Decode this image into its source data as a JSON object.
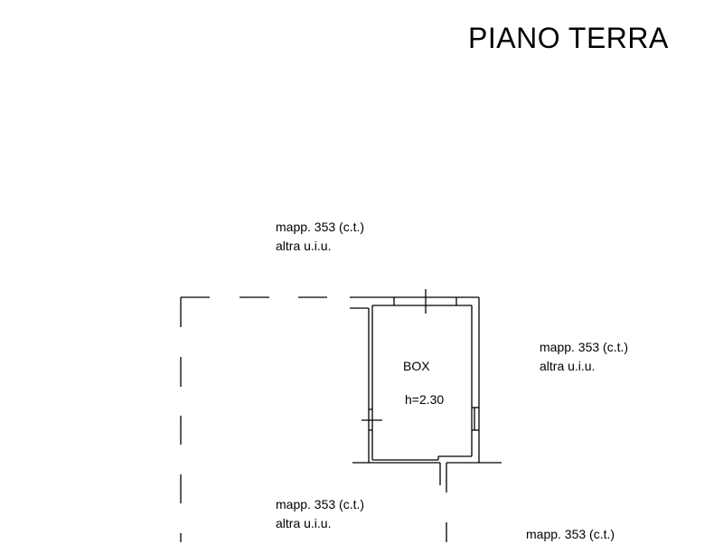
{
  "title": "PIANO TERRA",
  "room": {
    "name": "BOX",
    "height": "h=2.30"
  },
  "neighbors": [
    {
      "line1": "mapp. 353 (c.t.)",
      "line2": "altra u.i.u."
    },
    {
      "line1": "mapp. 353 (c.t.)",
      "line2": "altra u.i.u."
    },
    {
      "line1": "mapp. 353 (c.t.)",
      "line2": "altra u.i.u."
    },
    {
      "line1": "mapp. 353 (c.t.)"
    }
  ]
}
